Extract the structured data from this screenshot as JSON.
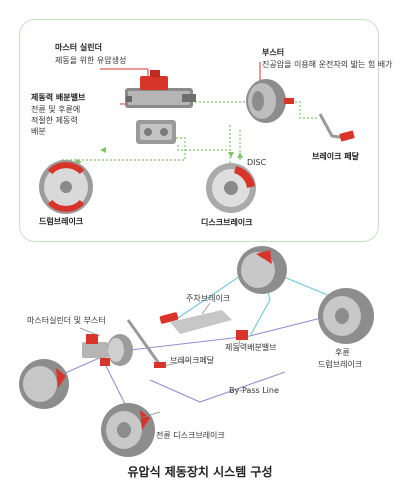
{
  "top": {
    "master_cylinder": {
      "title": "마스터 실린더",
      "desc": "제동을 위한 유압생성"
    },
    "booster": {
      "title": "부스터",
      "desc": "진공압을 이용해 운전자의 밟는 힘 배가"
    },
    "proportioning_valve": {
      "title": "제동력 배분밸브",
      "desc": [
        "전륜 및 후륜에",
        "적절한 제동력",
        "배분"
      ]
    },
    "disc_tag": "DISC",
    "brake_pedal": "브레이크 페달",
    "drum_brake": "드럼브레이크",
    "disc_brake": "디스크브레이크"
  },
  "bottom": {
    "parking_brake": "주차브레이크",
    "master_booster": "마스터실린더 및 부스터",
    "proportioning_valve": "제동력배분밸브",
    "rear_drum": [
      "후륜",
      "드럼브레이크"
    ],
    "brake_pedal": "브레이크페달",
    "bypass": "By-Pass Line",
    "front_disc": "전륜 디스크브레이크"
  },
  "title": "유압식 제동장치 시스템 구성",
  "colors": {
    "accent": "#d8342a",
    "line_green": "#7dc46a",
    "line_purple": "#9a8bd0",
    "line_cyan": "#6fc8dc",
    "panel_border": "#c6e3c0"
  }
}
